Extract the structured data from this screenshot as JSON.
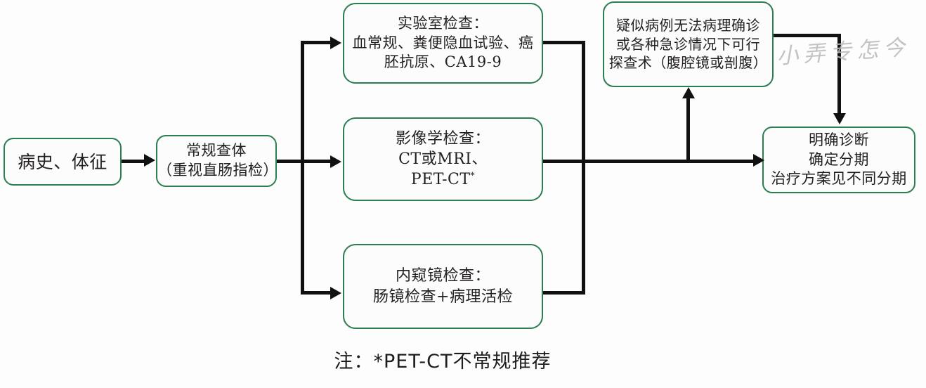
{
  "diagram": {
    "title_note": "注：*PET-CT不常规推荐",
    "watermark": "小弄专怎今",
    "colors": {
      "box_border": "#2c7d4f",
      "box_fill": "#fbfcfb",
      "connector": "#111111",
      "text": "#231f20",
      "background": "#fdfdfd"
    },
    "nodes": {
      "history": {
        "name": "病史、体征",
        "lines": [
          "病史、体征"
        ]
      },
      "physical": {
        "name": "常规查体",
        "lines": [
          "常规查体",
          "（重视直肠指检）"
        ]
      },
      "lab": {
        "name": "实验室检查",
        "lines": [
          "实验室检查：",
          "血常规、粪便隐血试验、癌",
          "胚抗原、CA19-9"
        ]
      },
      "imaging": {
        "name": "影像学检查",
        "lines": [
          "影像学检查：",
          "CT或MRI、",
          "PET-CT"
        ],
        "superscript": "*"
      },
      "endoscopy": {
        "name": "内窥镜检查",
        "lines": [
          "内窥镜检查：",
          "肠镜检查+病理活检"
        ]
      },
      "suspected": {
        "name": "疑似病例探查术",
        "lines": [
          "疑似病例无法病理确诊",
          "或各种急诊情况下可行",
          "探查术（腹腔镜或剖腹）"
        ]
      },
      "diagnosis": {
        "name": "明确诊断",
        "lines": [
          "明确诊断",
          "确定分期",
          "治疗方案见不同分期"
        ]
      }
    }
  }
}
